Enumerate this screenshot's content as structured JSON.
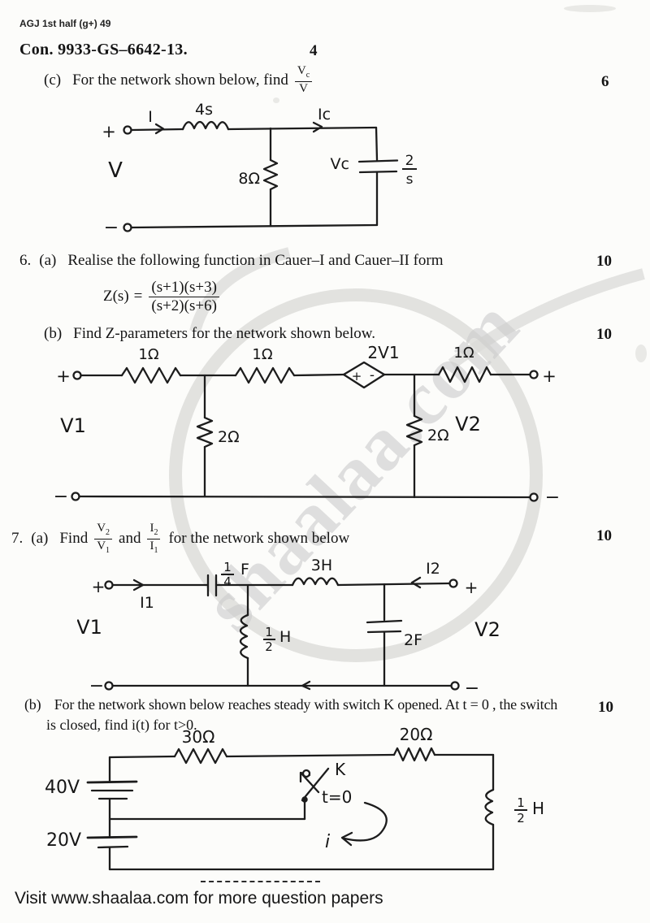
{
  "page": {
    "corner_note": "AGJ 1st half (g+) 49",
    "exam_code": "Con. 9933-GS–6642-13.",
    "page_number": "4",
    "watermark": "shaalaa.com",
    "footer": "Visit www.shaalaa.com for more question papers"
  },
  "q5c": {
    "label": "(c)",
    "prompt": "For the network shown below, find",
    "frac": {
      "num": "V",
      "num_sub": "c",
      "den": "V"
    },
    "marks": "6",
    "circuit": {
      "plus_in": "+",
      "minus_in": "−",
      "source": "V",
      "current_in": "I",
      "inductor": "4s",
      "cap_current": "Ic",
      "shunt_res": "8Ω",
      "cap_name": "Vc",
      "cap_num": "2",
      "cap_den": "s"
    }
  },
  "q6": {
    "number": "6.",
    "a": {
      "label": "(a)",
      "text": "Realise the following function in Cauer–I and Cauer–II form",
      "marks": "10",
      "formula": {
        "lhs": "Z(s)",
        "eq": "=",
        "num": "(s+1)(s+3)",
        "den": "(s+2)(s+6)"
      }
    },
    "b": {
      "label": "(b)",
      "text": "Find Z-parameters for the network shown below.",
      "marks": "10",
      "circuit": {
        "plus_l": "+",
        "plus_r": "+",
        "minus_l": "−",
        "minus_r": "−",
        "r1": "1Ω",
        "r2": "1Ω",
        "r3": "1Ω",
        "dep_label": "2V1",
        "dep_plus": "+",
        "dep_minus": "-",
        "sh1": "2Ω",
        "sh2": "2Ω",
        "v1": "V1",
        "v2": "V2"
      }
    }
  },
  "q7": {
    "number": "7.",
    "a": {
      "label": "(a)",
      "find": "Find",
      "and": "and",
      "tail": "for the network shown below",
      "marks": "10",
      "frac_v": {
        "num": "V",
        "num_sub": "2",
        "den": "V",
        "den_sub": "1"
      },
      "frac_i": {
        "num": "I",
        "num_sub": "2",
        "den": "I",
        "den_sub": "1"
      },
      "circuit": {
        "plus_l": "+",
        "plus_r": "+",
        "minus_l": "−",
        "minus_r": "−",
        "i1": "I1",
        "i2": "I2",
        "v1": "V1",
        "v2": "V2",
        "cap1_num": "1",
        "cap1_den": "4",
        "cap1_unit": "F",
        "series_ind": "3H",
        "shunt_ind_num": "1",
        "shunt_ind_den": "2",
        "shunt_ind_unit": "H",
        "shunt_cap": "2F"
      }
    },
    "b": {
      "label": "(b)",
      "line1": "For the network shown below reaches steady with switch K opened. At t = 0 , the switch",
      "line2": "is closed, find i(t) for t>0.",
      "marks": "10",
      "circuit": {
        "r1": "30Ω",
        "r2": "20Ω",
        "bat1": "40V",
        "bat2": "20V",
        "switch": "K",
        "t0": "t=0",
        "current": "i",
        "ind_num": "1",
        "ind_den": "2",
        "ind_unit": "H"
      }
    }
  }
}
